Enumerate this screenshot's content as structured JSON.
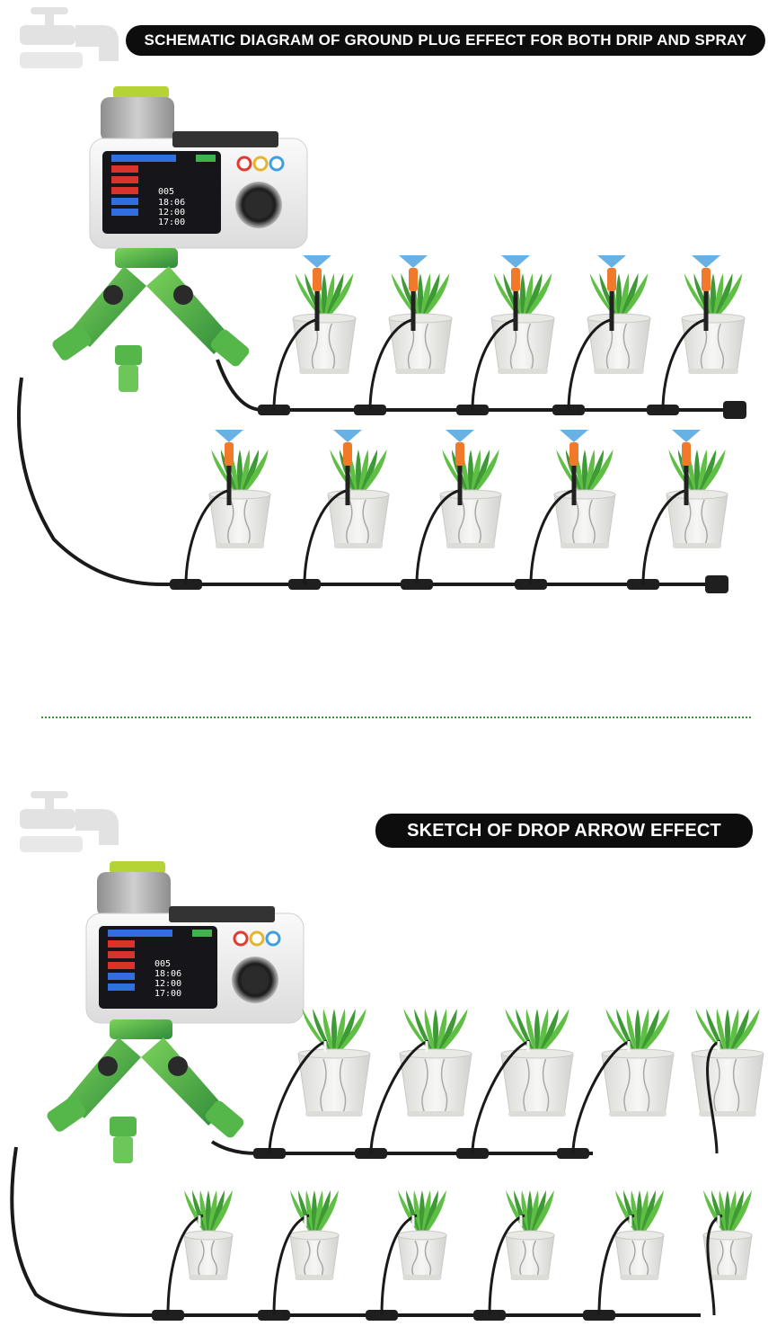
{
  "section_top": {
    "title": "SCHEMATIC DIAGRAM OF GROUND PLUG EFFECT FOR BOTH DRIP AND SPRAY",
    "rows": [
      {
        "plants": 5,
        "emitter": "spray-stake"
      },
      {
        "plants": 5,
        "emitter": "spray-stake"
      }
    ]
  },
  "section_bottom": {
    "title": "SKETCH OF DROP ARROW EFFECT",
    "rows": [
      {
        "plants": 5,
        "emitter": "drip-arrow"
      },
      {
        "plants": 6,
        "emitter": "drip-arrow"
      }
    ]
  },
  "timer_display": {
    "time_1": "18:06",
    "time_2": "12:00",
    "time_3": "17:00",
    "value": "005"
  },
  "colors": {
    "hose": "#1a1a1a",
    "connector_green": "#3fa34d",
    "timer_body": "#ececec",
    "pot": "#efefef",
    "leaf": "#4caf3a",
    "spray_nozzle": "#f07a2a",
    "spray_mist": "#4da3e0",
    "title_bg": "#0d0d0d",
    "divider": "#3f8f3f"
  }
}
